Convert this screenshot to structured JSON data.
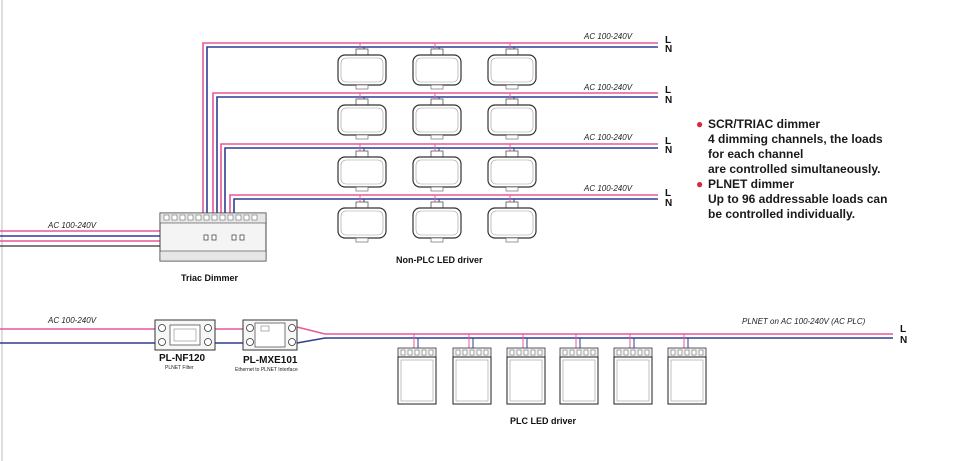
{
  "wiring": {
    "ac_range": "AC 100-240V",
    "plnet_line": "PLNET on AC 100-240V (AC PLC)",
    "live": "L",
    "neutral": "N",
    "colors": {
      "live_wire": "#e8579a",
      "neutral_wire": "#2e3f8f",
      "bullet": "#d6283a",
      "device_outline": "#555555"
    }
  },
  "devices": {
    "triac_caption": "Triac Dimmer",
    "non_plc_caption": "Non-PLC LED driver",
    "plc_caption": "PLC LED driver",
    "filter": {
      "name": "PL-NF120",
      "desc": "PLNET Filter"
    },
    "interface": {
      "name": "PL-MXE101",
      "desc": "Ethernet to PLNET Interface"
    }
  },
  "notes": {
    "scr_title": "SCR/TRIAC dimmer",
    "scr_lines": [
      "4 dimming channels, the loads",
      "for each channel",
      "are controlled simultaneously."
    ],
    "plnet_title": "PLNET dimmer",
    "plnet_lines": [
      "Up to 96 addressable loads can",
      "be controlled individually."
    ]
  },
  "counts": {
    "channels": 4,
    "non_plc_drivers_per_channel": 3,
    "plc_drivers": 6
  }
}
